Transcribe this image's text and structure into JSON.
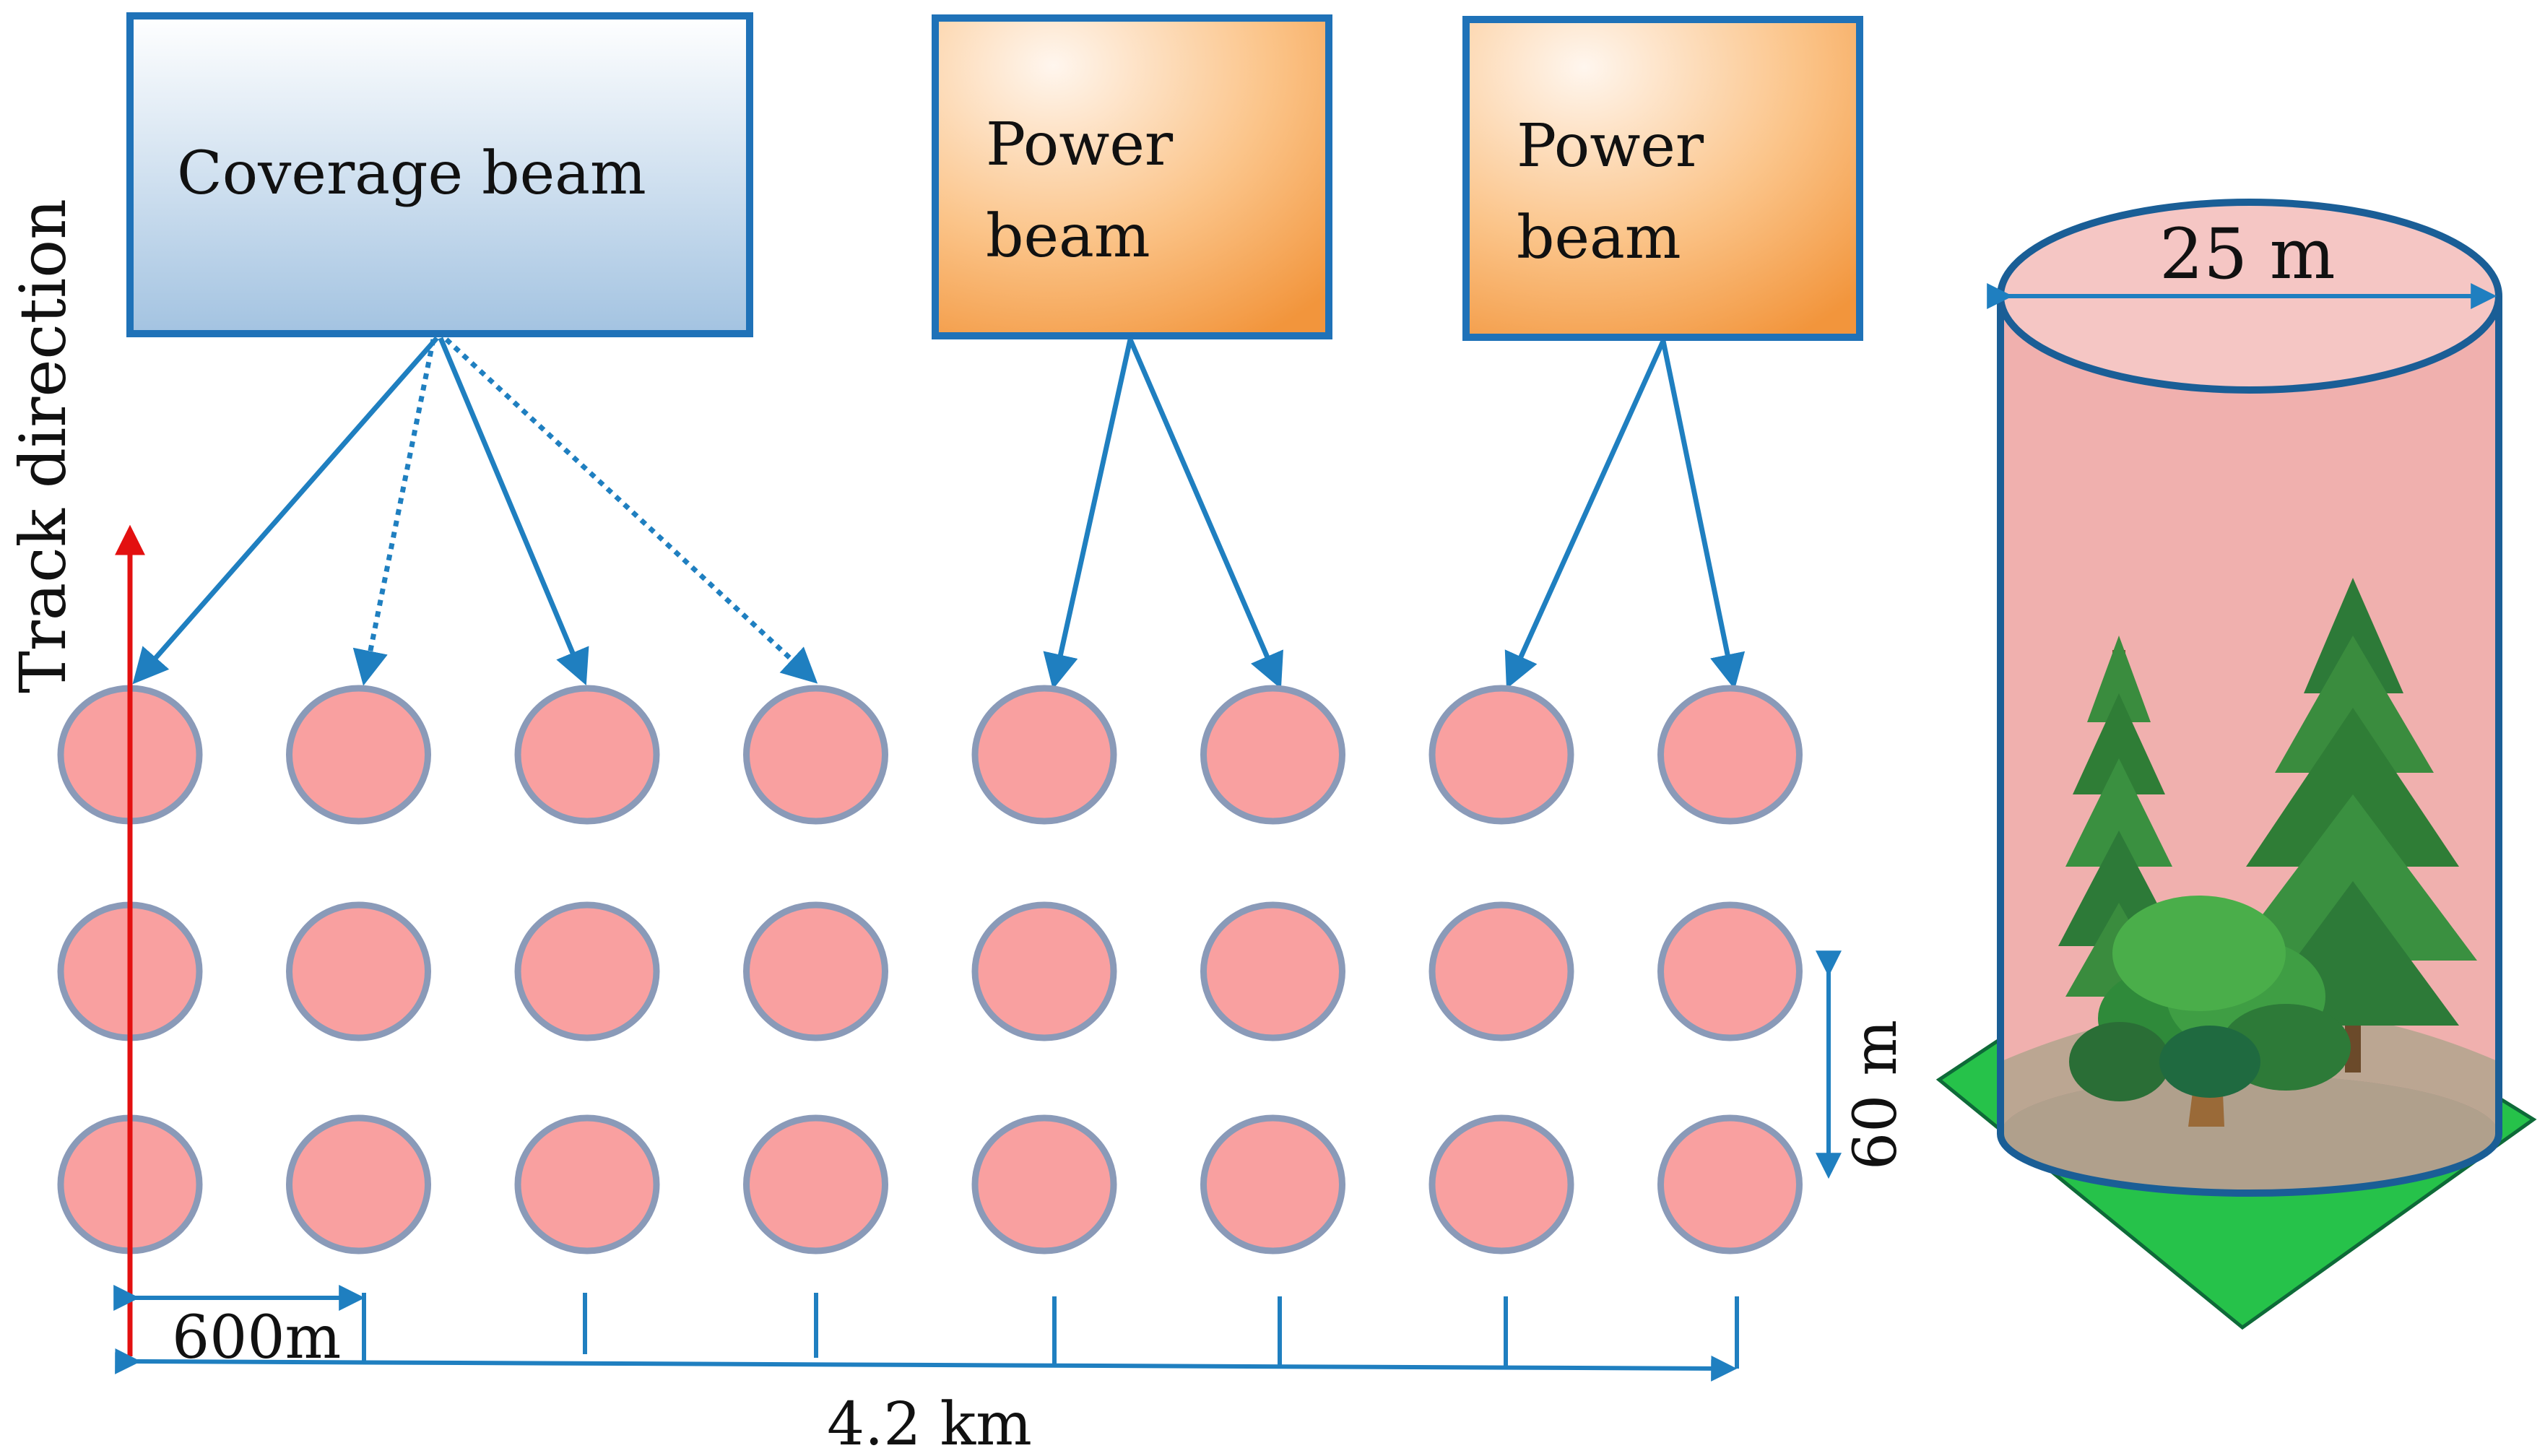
{
  "labels": {
    "coverage_beam": "Coverage beam",
    "power_beam_1": [
      "Power",
      "beam"
    ],
    "power_beam_2": [
      "Power",
      "beam"
    ],
    "track_direction": "Track direction",
    "spacing_600m": "600m",
    "swath_4_2km": "4.2 km",
    "footprint_60m": "60 m",
    "cylinder_25m": "25 m"
  },
  "footprint_grid": {
    "rows": 3,
    "columns": 8
  },
  "colors": {
    "beam_arrow": "#1f7fc0",
    "box_border": "#1f72b8",
    "footprint_fill": "#f9a0a0",
    "footprint_edge": "#8a9ab8",
    "track_arrow": "#e31010",
    "cylinder_fill": "#f0b0ae",
    "ground": "#26c24a"
  },
  "icons": {
    "trees": "forest-trees-icon"
  }
}
